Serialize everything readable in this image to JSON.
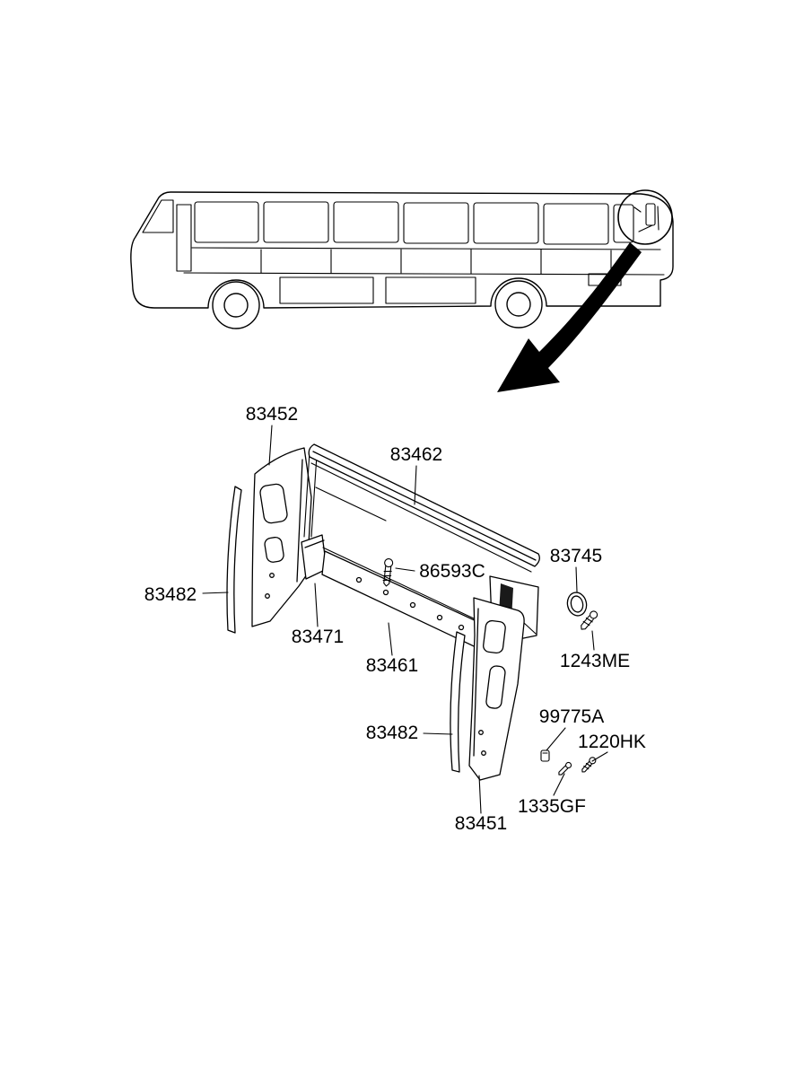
{
  "diagram": {
    "background": "#ffffff",
    "line_color": "#000000",
    "part_labels": {
      "p83452": "83452",
      "p83462": "83462",
      "p83482_left": "83482",
      "p83471": "83471",
      "p86593C": "86593C",
      "p83461": "83461",
      "p83745": "83745",
      "p1243ME": "1243ME",
      "p99775A": "99775A",
      "p1220HK": "1220HK",
      "p1335GF": "1335GF",
      "p83482_right": "83482",
      "p83451": "83451"
    }
  }
}
